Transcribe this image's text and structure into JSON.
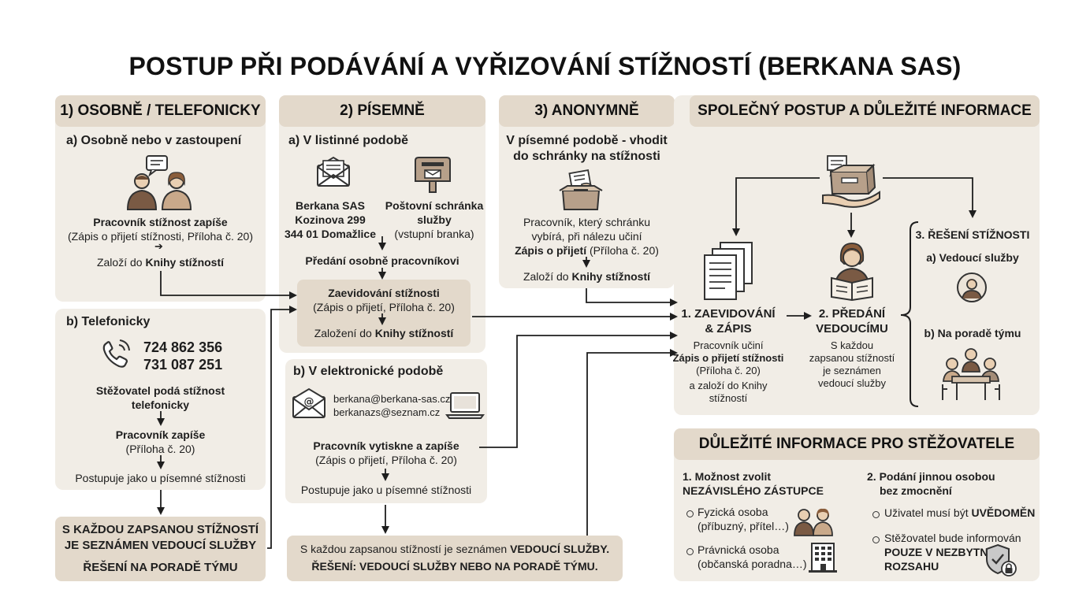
{
  "title": "POSTUP PŘI PODÁVÁNÍ A VYŘIZOVÁNÍ STÍŽNOSTÍ (BERKANA SAS)",
  "col1": {
    "header": "1) OSOBNĚ / TELEFONICKY",
    "a_title": "a) Osobně nebo v zastoupení",
    "a_line1": "Pracovník stížnost zapíše",
    "a_line2": "(Zápis o přijetí stížnosti, Příloha č. 20)",
    "a_line3_pre": "Založí do ",
    "a_line3_bold": "Knihy stížností",
    "b_title": "b) Telefonicky",
    "phone1": "724 862 356",
    "phone2": "731 087 251",
    "b_line1": "Stěžovatel podá stížnost",
    "b_line2": "telefonicky",
    "b_line3": "Pracovník zapíše",
    "b_line4": "(Příloha č. 20)",
    "b_line5": "Postupuje jako u písemné stížnosti",
    "bottom1": "S KAŽDOU ZAPSANOU STÍŽNOSTÍ",
    "bottom2": "JE SEZNÁMEN VEDOUCÍ SLUŽBY",
    "bottom3": "ŘEŠENÍ NA PORADĚ TÝMU"
  },
  "col2": {
    "header": "2) PÍSEMNĚ",
    "a_title": "a) V listinné podobě",
    "addr1": "Berkana SAS",
    "addr2": "Kozinova 299",
    "addr3": "344 01 Domažlice",
    "box1": "Poštovní schránka",
    "box2": "služby",
    "box3": "(vstupní branka)",
    "handover": "Předání osobně pracovníkovi",
    "reg1": "Zaevidování stížnosti",
    "reg2": "(Zápis o přijetí, Příloha č. 20)",
    "reg3_pre": "Založení do ",
    "reg3_bold": "Knihy stížností",
    "b_title": "b) V elektronické podobě",
    "email1": "berkana@berkana-sas.cz",
    "email2": "berkanazs@seznam.cz",
    "b_line1": "Pracovník vytiskne a zapíše",
    "b_line2": "(Zápis o přijetí, Příloha č. 20)",
    "b_line3": "Postupuje jako u písemné stížnosti",
    "bottom1_pre": "S každou zapsanou stížností je seznámen ",
    "bottom1_bold": "VEDOUCÍ SLUŽBY.",
    "bottom2": "ŘEŠENÍ: VEDOUCÍ SLUŽBY NEBO NA PORADĚ TÝMU."
  },
  "col3": {
    "header": "3) ANONYMNĚ",
    "title1": "V písemné podobě - vhodit",
    "title2": "do schránky na stížnosti",
    "line1": "Pracovník, který schránku",
    "line2": "vybírá, při nálezu učiní",
    "line3_bold": "Zápis o přijetí",
    "line3_rest": " (Příloha č. 20)",
    "line4_pre": "Založí do ",
    "line4_bold": "Knihy stížností"
  },
  "col4": {
    "header": "SPOLEČNÝ POSTUP A DŮLEŽITÉ INFORMACE",
    "step1_t1": "1. ZAEVIDOVÁNÍ",
    "step1_t2": "& ZÁPIS",
    "step1_l1": "Pracovník učiní",
    "step1_l2": "Zápis o přijetí stížnosti",
    "step1_l3": "(Příloha č. 20)",
    "step1_l4": "a založí do Knihy",
    "step1_l5": "stížností",
    "step2_t1": "2. PŘEDÁNÍ",
    "step2_t2": "VEDOUCÍMU",
    "step2_l1": "S každou",
    "step2_l2": "zapsanou stížností",
    "step2_l3": "je seznámen",
    "step2_l4": "vedoucí služby",
    "step3_t": "3. ŘEŠENÍ STÍŽNOSTI",
    "step3_a": "a) Vedoucí služby",
    "step3_b": "b) Na poradě týmu"
  },
  "info": {
    "header": "DŮLEŽITÉ INFORMACE PRO STĚŽOVATELE",
    "c1_t1": "1. Možnost zvolit",
    "c1_t2": "NEZÁVISLÉHO ZÁSTUPCE",
    "c1_i1a": "Fyzická osoba",
    "c1_i1b": "(příbuzný, přítel…)",
    "c1_i2a": "Právnická osoba",
    "c1_i2b": "(občanská poradna…)",
    "c2_t1": "2. Podání jinnou osobou",
    "c2_t2": "bez zmocnění",
    "c2_i1_pre": "Uživatel musí být ",
    "c2_i1_bold": "UVĚDOMĚN",
    "c2_i2a": "Stěžovatel bude informován",
    "c2_i2b": "POUZE V NEZBYTNÉM",
    "c2_i2c": "ROZSAHU"
  },
  "colors": {
    "panel": "#f1ede6",
    "header": "#e3d9cb",
    "line": "#1e1e1e"
  }
}
